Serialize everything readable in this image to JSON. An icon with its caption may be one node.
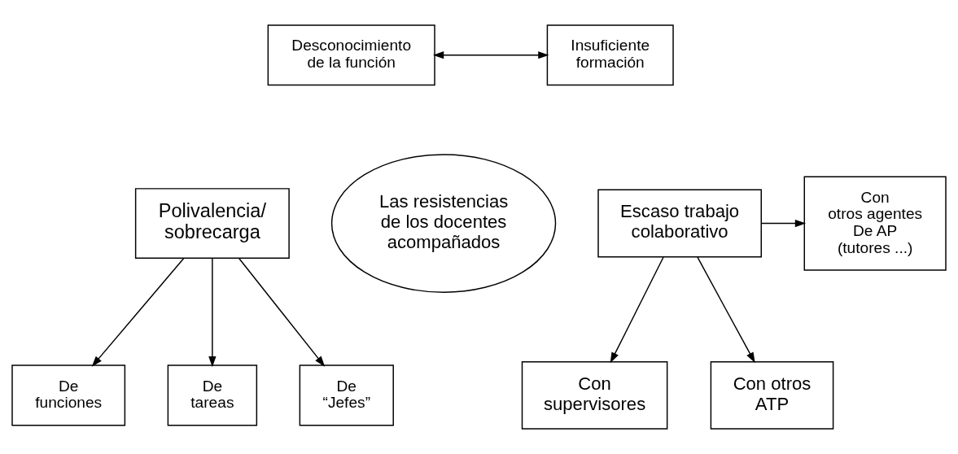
{
  "diagram": {
    "nodes": [
      {
        "text": [
          "Desconocimiento de la función"
        ]
      },
      {
        "text": [
          "Insuficiente formación"
        ]
      },
      {
        "text": [
          "Polivalencia/ sobrecarga"
        ]
      },
      {
        "text": [
          "Las resistencias de los docentes acompañados"
        ]
      },
      {
        "text": [
          "Escaso trabajo colaborativo"
        ]
      },
      {
        "text": [
          "Con otros agentes De AP (tutores ...)"
        ]
      },
      {
        "text": [
          "De funciones"
        ]
      },
      {
        "text": [
          "De tareas"
        ]
      },
      {
        "text": [
          "De “Jefes”"
        ]
      },
      {
        "text": [
          "Con supervisores"
        ]
      },
      {
        "text": [
          "Con otros ATP"
        ]
      }
    ],
    "edges": [
      {
        "from": 0,
        "to": 1,
        "arrow": "both"
      },
      {
        "from": 2,
        "to": 6,
        "arrow": "to"
      },
      {
        "from": 2,
        "to": 7,
        "arrow": "to"
      },
      {
        "from": 2,
        "to": 8,
        "arrow": "to"
      },
      {
        "from": 4,
        "to": 5,
        "arrow": "to"
      },
      {
        "from": 4,
        "to": 9,
        "arrow": "to"
      },
      {
        "from": 4,
        "to": 10,
        "arrow": "to"
      }
    ]
  }
}
